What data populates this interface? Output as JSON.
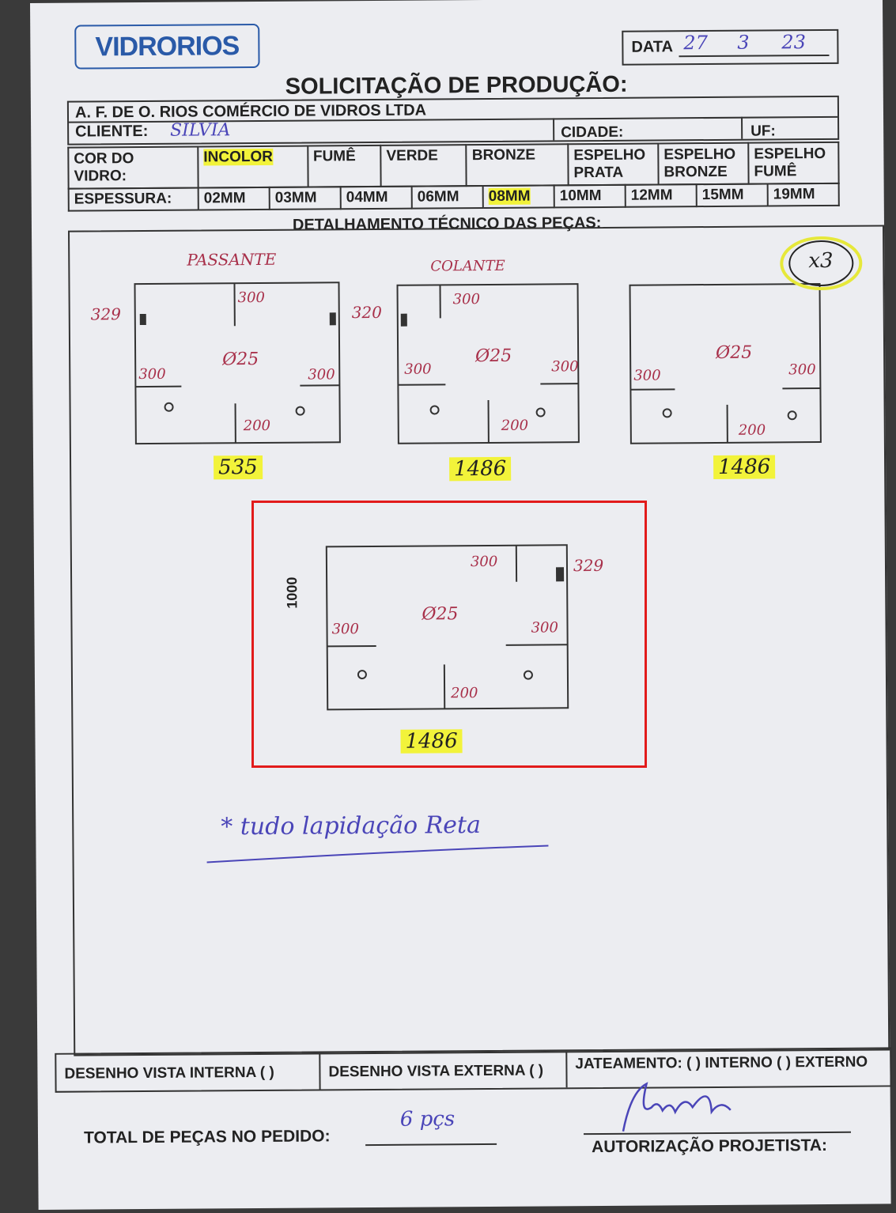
{
  "header": {
    "logo": "VIDRORIOS",
    "date_label": "DATA",
    "date_day": "27",
    "date_month": "3",
    "date_year": "23",
    "title": "SOLICITAÇÃO DE PRODUÇÃO:"
  },
  "company": "A. F. DE O. RIOS COMÉRCIO DE VIDROS LTDA",
  "client_row": {
    "client_label": "CLIENTE:",
    "client_value": "SILVIA",
    "city_label": "CIDADE:",
    "uf_label": "UF:"
  },
  "color_row": {
    "label_line1": "COR DO",
    "label_line2": "VIDRO:",
    "options": [
      "INCOLOR",
      "FUMÊ",
      "VERDE",
      "BRONZE",
      "ESPELHO PRATA",
      "ESPELHO BRONZE",
      "ESPELHO FUMÊ"
    ],
    "selected": "INCOLOR"
  },
  "thickness_row": {
    "label": "ESPESSURA:",
    "options": [
      "02MM",
      "03MM",
      "04MM",
      "06MM",
      "08MM",
      "10MM",
      "12MM",
      "15MM",
      "19MM"
    ],
    "selected": "08MM"
  },
  "detail": {
    "title": "DETALHAMENTO TÉCNICO DAS PEÇAS:",
    "quantity_mark": "x3",
    "pieces": [
      {
        "top_note": "PASSANTE",
        "width": "535",
        "hole": "Ø25",
        "left_side": "329",
        "right_side": "",
        "top_dim": "300",
        "left_dim": "300",
        "right_dim": "300",
        "bottom_dim": "200"
      },
      {
        "top_note": "COLANTE",
        "width": "1486",
        "hole": "Ø25",
        "left_side": "320",
        "top_dim": "300",
        "left_dim": "300",
        "right_dim": "300",
        "bottom_dim": "200"
      },
      {
        "top_note": "",
        "width": "1486",
        "hole": "Ø25",
        "left_dim": "300",
        "right_dim": "300",
        "bottom_dim": "200"
      },
      {
        "top_note": "",
        "width": "1486",
        "height": "1000",
        "hole": "Ø25",
        "right_side": "329",
        "top_dim": "300",
        "left_dim": "300",
        "right_dim": "300",
        "bottom_dim": "200"
      }
    ],
    "note": "* tudo lapidação Reta"
  },
  "footer": {
    "internal": "DESENHO VISTA INTERNA ( )",
    "external": "DESENHO VISTA EXTERNA ( )",
    "blasting": "JATEAMENTO: ( ) INTERNO ( ) EXTERNO",
    "total_label": "TOTAL DE PEÇAS NO PEDIDO:",
    "total_value": "6 pçs",
    "auth_label": "AUTORIZAÇÃO PROJETISTA:"
  },
  "colors": {
    "highlight": "#f2f33a",
    "ink_blue": "#4a45b8",
    "ink_red": "#a8304a",
    "frame_red": "#e21b1b"
  }
}
